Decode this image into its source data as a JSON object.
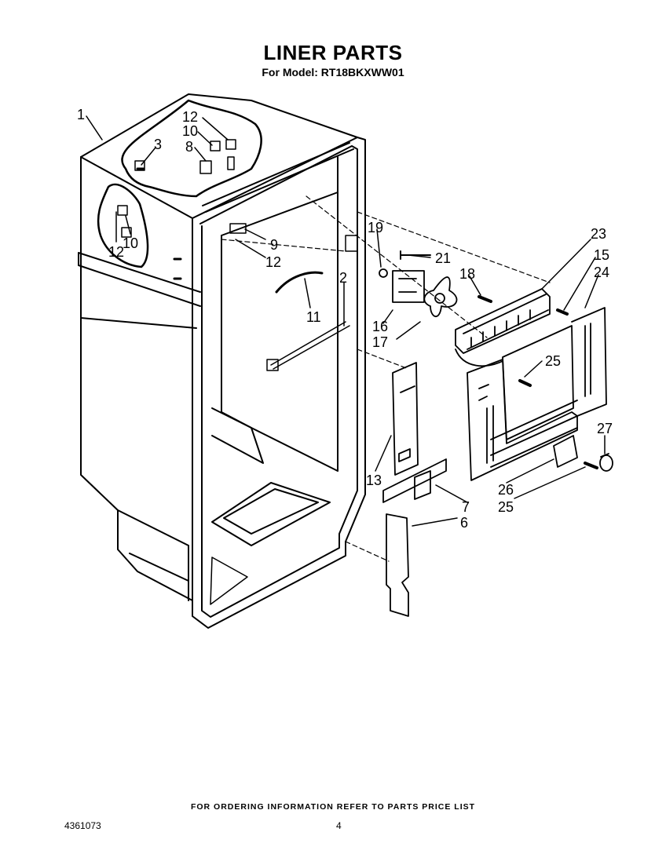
{
  "header": {
    "title": "LINER PARTS",
    "subtitle": "For Model: RT18BKXWW01"
  },
  "callouts": [
    "1",
    "3",
    "12",
    "10",
    "8",
    "10",
    "12",
    "9",
    "12",
    "19",
    "21",
    "18",
    "23",
    "15",
    "24",
    "2",
    "11",
    "16",
    "17",
    "25",
    "13",
    "27",
    "7",
    "6",
    "26",
    "25"
  ],
  "footer": {
    "note": "FOR ORDERING INFORMATION REFER TO PARTS PRICE LIST",
    "doc_number": "4361073",
    "page_number": "4"
  }
}
